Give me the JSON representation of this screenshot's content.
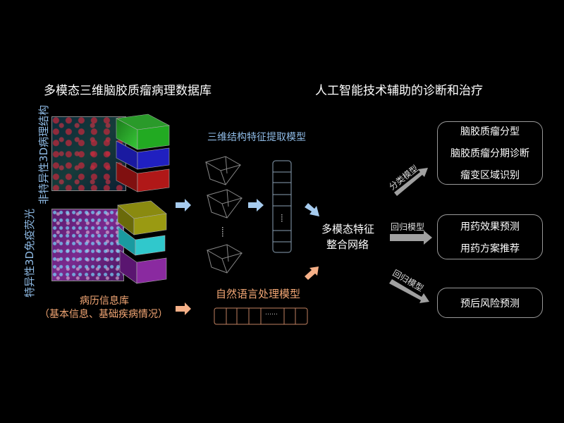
{
  "titles": {
    "left": "多模态三维脑胶质瘤病理数据库",
    "right": "人工智能技术辅助的诊断和治疗"
  },
  "vertical_labels": {
    "nonspecific": "非特异性3D病理结构",
    "specific": "特异性3D免疫荧光"
  },
  "models": {
    "structure": "三维结构特征提取模型",
    "nlp": "自然语言处理模型",
    "vector_ellipsis": "……",
    "token_ellipsis": "……",
    "box_ellipsis": "……"
  },
  "records": {
    "title": "病历信息库",
    "subtitle": "（基本信息、基础疾病情况）"
  },
  "fusion": {
    "line1": "多模态特征",
    "line2": "整合网络"
  },
  "arrows": {
    "classify": "分类模型",
    "regress1": "回归模型",
    "regress2": "回归模型"
  },
  "outputs": {
    "diagnosis": [
      "脑胶质瘤分型",
      "脑胶质瘤分期诊断",
      "瘤变区域识别"
    ],
    "treatment": [
      "用药效果预测",
      "用药方案推荐"
    ],
    "prognosis": [
      "预后风险预测"
    ]
  },
  "colors": {
    "blue": "#8fbbe6",
    "orange": "#f2a674",
    "gray": "#a0a0a0"
  }
}
